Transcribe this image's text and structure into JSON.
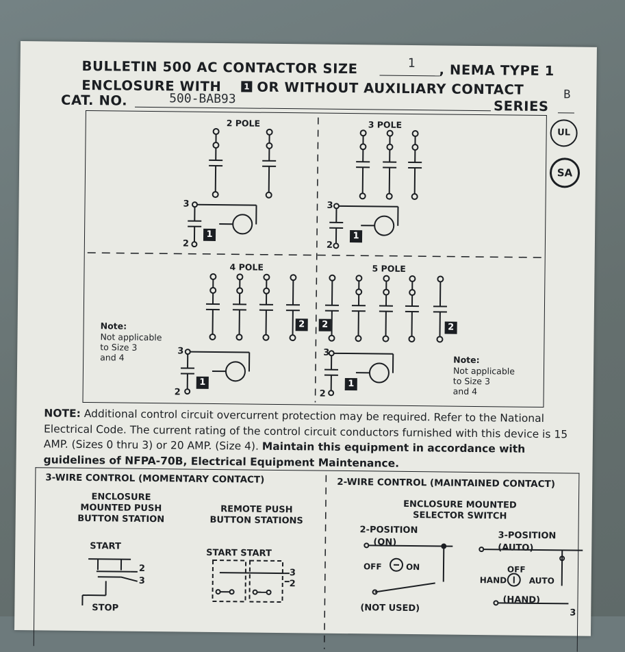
{
  "header": {
    "line1_prefix": "BULLETIN 500 AC CONTACTOR SIZE",
    "size_value": "1",
    "line1_suffix": ", NEMA TYPE 1",
    "line2_prefix": "ENCLOSURE WITH",
    "line2_badge": "1",
    "line2_suffix": "OR WITHOUT AUXILIARY CONTACT",
    "cat_label": "CAT. NO.",
    "cat_value": "500-BAB93",
    "series_label": "SERIES",
    "series_value": "B"
  },
  "marks": {
    "ul": "UL",
    "csa": "SA"
  },
  "diagram": {
    "pole2": "2 POLE",
    "pole3": "3 POLE",
    "pole4": "4 POLE",
    "pole5": "5 POLE",
    "term3": "3",
    "term2": "2",
    "badge1": "1",
    "badge2": "2",
    "note_left_title": "Note:",
    "note_left_body": "Not applicable\nto Size 3\nand 4",
    "note_right_title": "Note:",
    "note_right_body": "Not applicable\nto Size 3\nand 4"
  },
  "note": {
    "lead": "NOTE:",
    "text": " Additional control circuit overcurrent protection may be required. Refer to the National Electrical Code. The current rating of the control circuit conductors furnished with this device is 15 AMP. (Sizes 0 thru 3) or 20 AMP. (Size 4). ",
    "bold_tail": "Maintain this equipment in accordance with guidelines of NFPA-70B, Electrical Equipment Maintenance."
  },
  "control": {
    "three_wire_title": "3-WIRE CONTROL (MOMENTARY CONTACT)",
    "two_wire_title": "2-WIRE CONTROL (MAINTAINED CONTACT)",
    "enclosure_pb": "ENCLOSURE\nMOUNTED PUSH\nBUTTON STATION",
    "remote_pb": "REMOTE PUSH\nBUTTON STATIONS",
    "selector": "ENCLOSURE MOUNTED\nSELECTOR SWITCH",
    "start": "START",
    "start_start": "START START",
    "stop": "STOP",
    "pos2_title": "2-POSITION",
    "pos2_on": "(ON)",
    "off": "OFF",
    "on": "ON",
    "not_used": "(NOT USED)",
    "pos3_title": "3-POSITION",
    "auto_paren": "(AUTO)",
    "hand": "HAND",
    "auto": "AUTO",
    "hand_paren": "(HAND)",
    "n2": "2",
    "n3": "3"
  }
}
